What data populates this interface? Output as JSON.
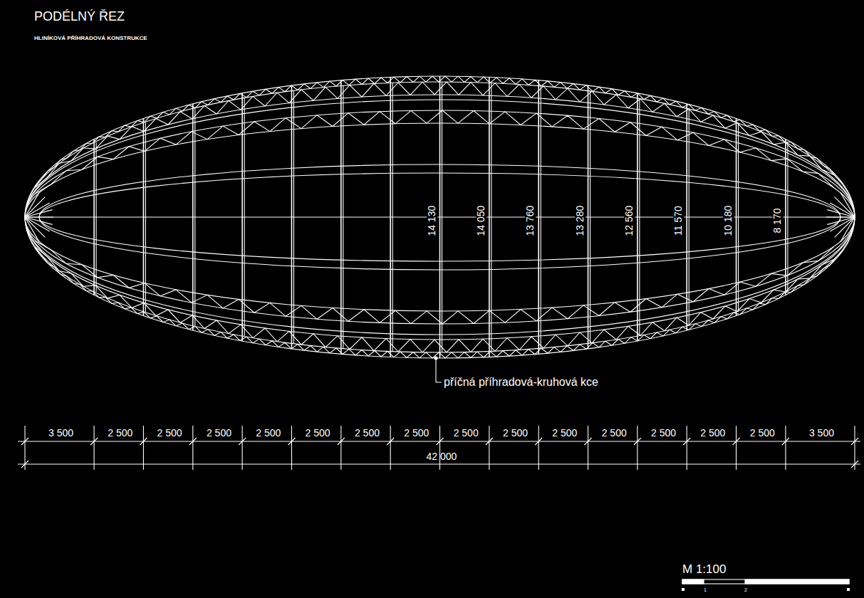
{
  "diagram": {
    "title": "PODÉLNÝ ŘEZ",
    "labels": [
      "HLINÍKOVÁ PŘÍHRADOVÁ KONSTRUKCE",
      "14 130",
      "14 050",
      "13 760",
      "13 280",
      "12 560",
      "11 570",
      "10 180",
      "8 170",
      "příčná příhradová-kruhová kce",
      "3 500",
      "2 500",
      "2 500",
      "2 500",
      "2 500",
      "2 500",
      "2 500",
      "2 500",
      "2 500",
      "2 500",
      "2 500",
      "2 500",
      "2 500",
      "2 500",
      "2 500",
      "3 500",
      "42 000",
      "M 1:100",
      "1",
      "2"
    ]
  }
}
